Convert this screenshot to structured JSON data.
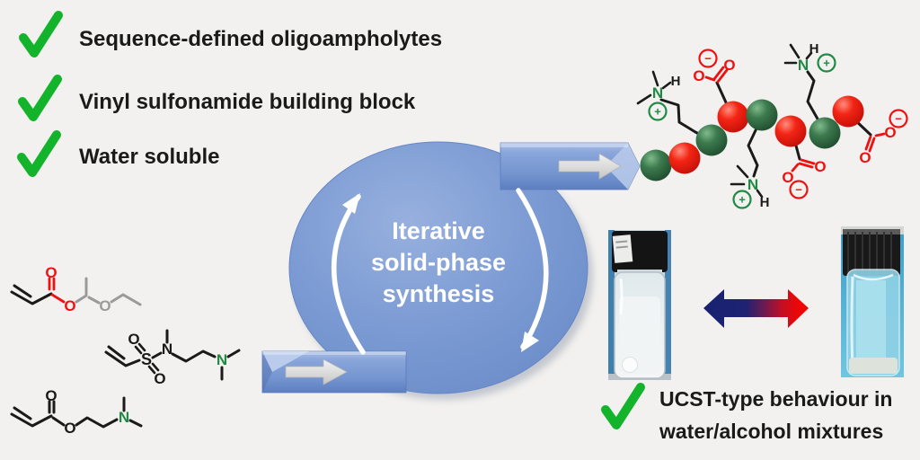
{
  "canvas": {
    "background": "#f2f1ef"
  },
  "checklist": {
    "check_color": "#14b32c",
    "items": [
      "Sequence-defined oligoampholytes",
      "Vinyl sulfonamide building block",
      "Water soluble"
    ]
  },
  "cycle": {
    "fill_color": "#7697d2",
    "label_lines": [
      "Iterative",
      "solid-phase",
      "synthesis"
    ]
  },
  "outcome": {
    "lines": [
      "UCST-type behaviour in",
      "water/alcohol mixtures"
    ]
  },
  "atoms": {
    "O": "O",
    "N": "N",
    "S": "S",
    "H": "H",
    "plus": "+",
    "minus": "−"
  },
  "polymer": {
    "bead_sequence": [
      "green",
      "red",
      "green",
      "red",
      "green",
      "red",
      "green",
      "red"
    ],
    "bead_colors": {
      "cationic_green": "#2f7040",
      "anionic_red": "#ee1111"
    },
    "pendant_groups": [
      "dimethylammonium-cation",
      "carboxylate-anion",
      "dimethylammonium-cation",
      "carboxylate-anion",
      "dimethylammonium-cation",
      "carboxylate-anion"
    ]
  },
  "monomers": [
    "ethoxyethyl-acrylate",
    "vinyl-sulfonamide-amine",
    "dimethylaminoethyl-acrylate"
  ],
  "vials": {
    "left": "cloudy-suspension",
    "right": "clear-solution"
  },
  "transition_arrow": {
    "left_color": "#1b2273",
    "right_color": "#ee0606"
  }
}
